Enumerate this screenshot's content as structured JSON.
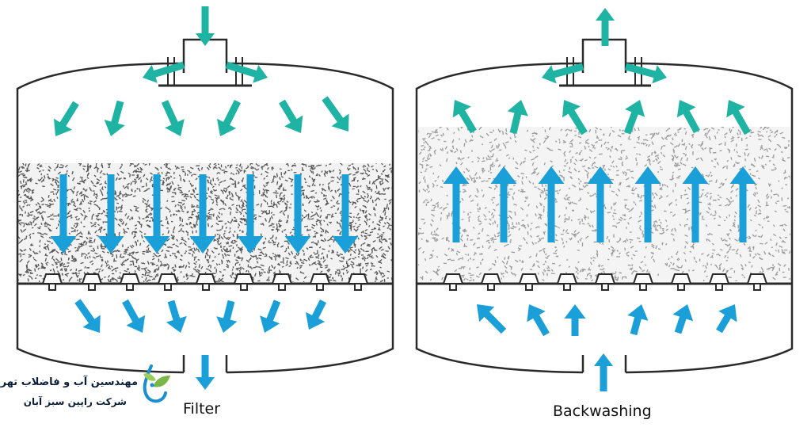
{
  "labels": {
    "filter": "Filter",
    "backwashing": "Backwashing"
  },
  "logo": {
    "line1": "مهندسین آب و فاضلاب تهران",
    "line2": "شرکت راپین سبز آبان",
    "icon": "water-drop-leaf-icon"
  },
  "colors": {
    "arrow_teal": "#1fb3a3",
    "arrow_blue": "#1a9fd8",
    "outline": "#2a2a2a",
    "media_dark": "#555555",
    "media_light": "#9a9a9a",
    "logo_green": "#7ab648"
  },
  "panels": [
    {
      "id": "filter",
      "media": "packed",
      "flow": "down"
    },
    {
      "id": "backwashing",
      "media": "expanded",
      "flow": "up"
    }
  ]
}
